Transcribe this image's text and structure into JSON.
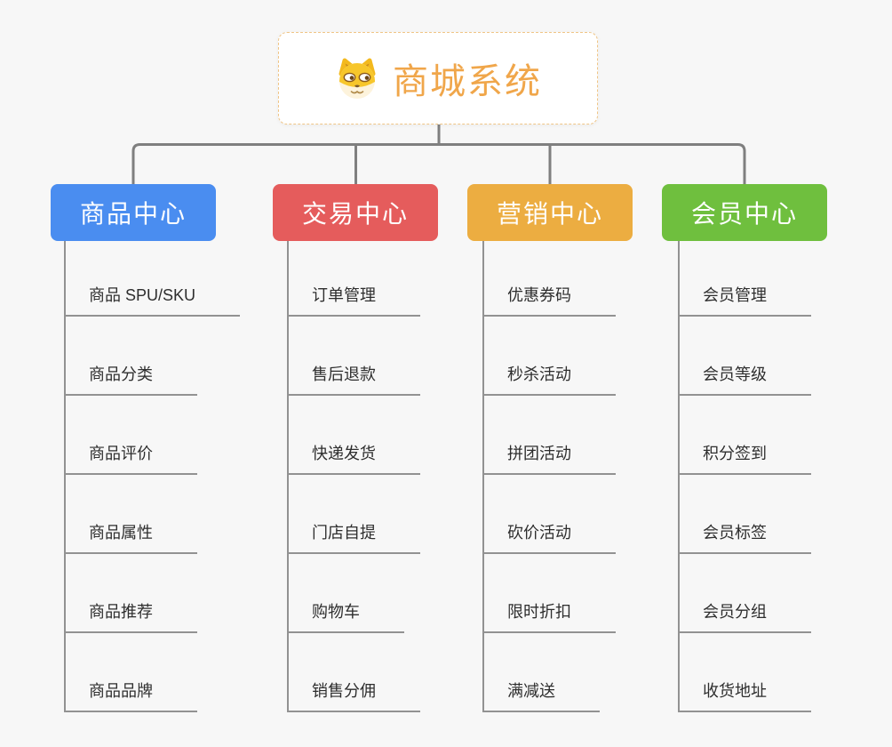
{
  "page": {
    "background": "#f7f7f7",
    "connector_color": "#7f7f7f",
    "leaf_line_color": "#929292"
  },
  "root": {
    "title": "商城系统",
    "icon": "dog-face-icon",
    "text_color": "#f0a64a",
    "border_color": "#f0c586"
  },
  "branches": [
    {
      "label": "商品中心",
      "color": "#4a8df0",
      "items": [
        "商品 SPU/SKU",
        "商品分类",
        "商品评价",
        "商品属性",
        "商品推荐",
        "商品品牌"
      ]
    },
    {
      "label": "交易中心",
      "color": "#e55c5c",
      "items": [
        "订单管理",
        "售后退款",
        "快递发货",
        "门店自提",
        "购物车",
        "销售分佣"
      ]
    },
    {
      "label": "营销中心",
      "color": "#ecad41",
      "items": [
        "优惠券码",
        "秒杀活动",
        "拼团活动",
        "砍价活动",
        "限时折扣",
        "满减送"
      ]
    },
    {
      "label": "会员中心",
      "color": "#6fbf3e",
      "items": [
        "会员管理",
        "会员等级",
        "积分签到",
        "会员标签",
        "会员分组",
        "收货地址"
      ]
    }
  ]
}
